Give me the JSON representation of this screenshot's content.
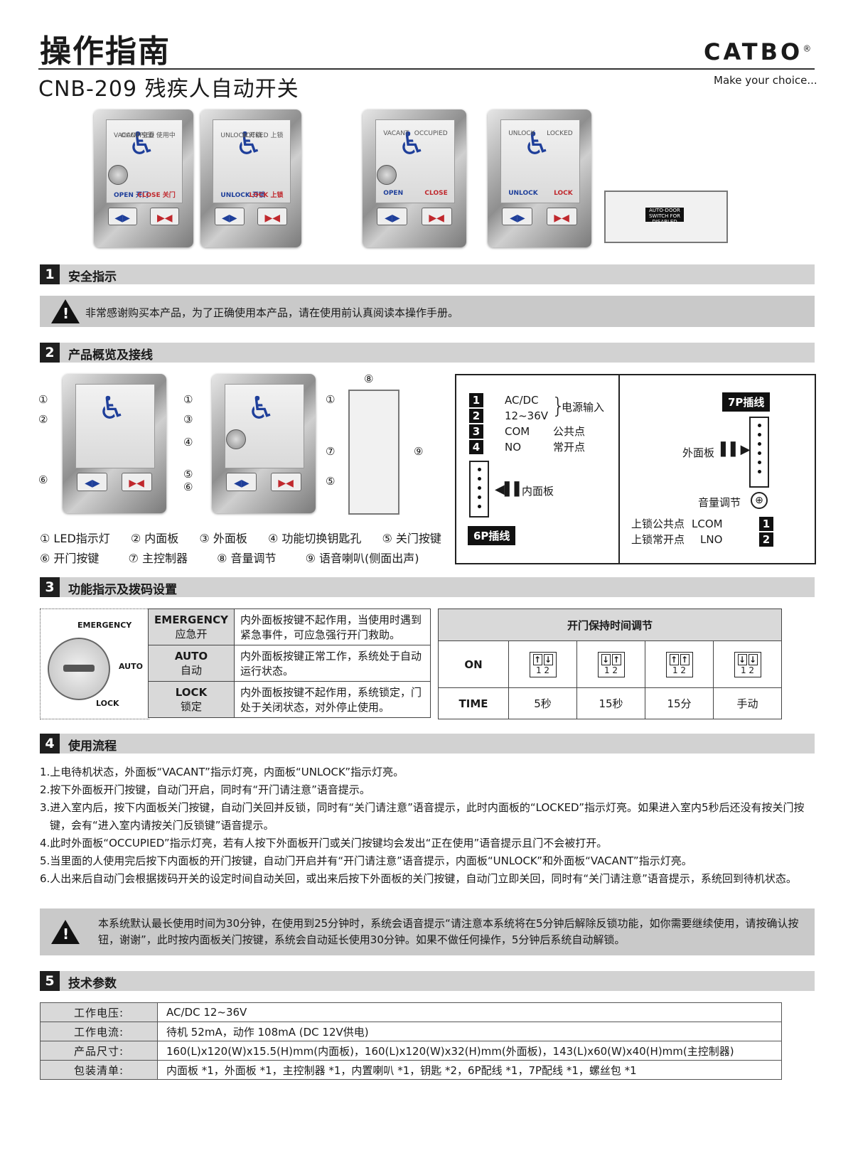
{
  "header": {
    "title": "操作指南",
    "subtitle": "CNB-209 残疾人自动开关",
    "brand": "CATBO",
    "brand_mark": "®",
    "tagline": "Make your choice..."
  },
  "photos": {
    "panels": [
      {
        "top_left": "VACANT",
        "top_left_cn": "空置",
        "top_right": "OCCUPIED",
        "top_right_cn": "使用中",
        "bottom_left": "OPEN",
        "bottom_left_cn": "开门",
        "bottom_right": "CLOSE",
        "bottom_right_cn": "关门",
        "has_key": true
      },
      {
        "top_left": "UNLOCK",
        "top_left_cn": "开锁",
        "top_right": "LOCKED",
        "top_right_cn": "上锁",
        "bottom_left": "UNLOCK",
        "bottom_left_cn": "开锁",
        "bottom_right": "LOCK",
        "bottom_right_cn": "上锁",
        "has_key": false
      },
      {
        "top_left": "VACANT",
        "top_left_cn": "",
        "top_right": "OCCUPIED",
        "top_right_cn": "",
        "bottom_left": "OPEN",
        "bottom_left_cn": "",
        "bottom_right": "CLOSE",
        "bottom_right_cn": "",
        "has_key": true
      },
      {
        "top_left": "UNLOCK",
        "top_left_cn": "",
        "top_right": "LOCKED",
        "top_right_cn": "",
        "bottom_left": "UNLOCK",
        "bottom_left_cn": "",
        "bottom_right": "LOCK",
        "bottom_right_cn": "",
        "has_key": false
      }
    ],
    "controller_label": "AUTO-DOOR SWITCH FOR DISABLED"
  },
  "section1": {
    "num": "1",
    "title": "安全指示",
    "warning": "非常感谢购买本产品，为了正确使用本产品，请在使用前认真阅读本操作手册。"
  },
  "section2": {
    "num": "2",
    "title": "产品概览及接线",
    "legend_row1": [
      "① LED指示灯",
      "② 内面板",
      "③ 外面板",
      "④ 功能切换钥匙孔",
      "⑤ 关门按键"
    ],
    "legend_row2": [
      "⑥ 开门按键",
      "⑦ 主控制器",
      "⑧ 音量调节",
      "⑨ 语音喇叭(侧面出声)"
    ],
    "wiring": {
      "p1": "1",
      "p2": "2",
      "p3": "3",
      "p4": "4",
      "acdc": "AC/DC",
      "voltage": "12~36V",
      "power_in": "电源输入",
      "com": "COM",
      "no": "NO",
      "com_cn": "公共点",
      "no_cn": "常开点",
      "inner_panel": "内面板",
      "plug6": "6P插线",
      "plug7": "7P插线",
      "outer_panel": "外面板",
      "volume": "音量调节",
      "lcom_cn": "上锁公共点",
      "lno_cn": "上锁常开点",
      "lcom": "LCOM",
      "lno": "LNO",
      "l1": "1",
      "l2": "2"
    }
  },
  "section3": {
    "num": "3",
    "title": "功能指示及拨码设置",
    "knob": {
      "emergency": "EMERGENCY",
      "auto": "AUTO",
      "lock": "LOCK"
    },
    "modes": [
      {
        "en": "EMERGENCY",
        "cn": "应急开",
        "desc": "内外面板按键不起作用，当使用时遇到紧急事件，可应急强行开门救助。"
      },
      {
        "en": "AUTO",
        "cn": "自动",
        "desc": "内外面板按键正常工作，系统处于自动运行状态。"
      },
      {
        "en": "LOCK",
        "cn": "锁定",
        "desc": "内外面板按键不起作用，系统锁定，门处于关闭状态，对外停止使用。"
      }
    ],
    "timer": {
      "title": "开门保持时间调节",
      "on": "ON",
      "time": "TIME",
      "dip_numbers": "1 2",
      "settings": [
        {
          "sw1": "↑",
          "sw2": "↓",
          "time": "5秒"
        },
        {
          "sw1": "↓",
          "sw2": "↑",
          "time": "15秒"
        },
        {
          "sw1": "↑",
          "sw2": "↑",
          "time": "15分"
        },
        {
          "sw1": "↓",
          "sw2": "↓",
          "time": "手动"
        }
      ]
    }
  },
  "section4": {
    "num": "4",
    "title": "使用流程",
    "steps": [
      "1.上电待机状态，外面板“VACANT”指示灯亮，内面板“UNLOCK”指示灯亮。",
      "2.按下外面板开门按键，自动门开启，同时有“开门请注意”语音提示。",
      "3.进入室内后，按下内面板关门按键，自动门关回并反锁，同时有“关门请注意”语音提示，此时内面板的“LOCKED”指示灯亮。如果进入室内5秒后还没有按关门按键，会有“进入室内请按关门反锁键”语音提示。",
      "4.此时外面板“OCCUPIED”指示灯亮，若有人按下外面板开门或关门按键均会发出“正在使用”语音提示且门不会被打开。",
      "5.当里面的人使用完后按下内面板的开门按键，自动门开启并有“开门请注意”语音提示，内面板“UNLOCK”和外面板“VACANT”指示灯亮。",
      "6.人出来后自动门会根据拨码开关的设定时间自动关回，或出来后按下外面板的关门按键，自动门立即关回，同时有“关门请注意”语音提示，系统回到待机状态。"
    ],
    "warning": "本系统默认最长使用时间为30分钟，在使用到25分钟时，系统会语音提示“请注意本系统将在5分钟后解除反锁功能，如你需要继续使用，请按确认按钮，谢谢”，此时按内面板关门按键，系统会自动延长使用30分钟。如果不做任何操作，5分钟后系统自动解锁。"
  },
  "section5": {
    "num": "5",
    "title": "技术参数",
    "rows": [
      {
        "k": "工作电压:",
        "v": "AC/DC 12~36V"
      },
      {
        "k": "工作电流:",
        "v": "待机 52mA，动作 108mA (DC 12V供电)"
      },
      {
        "k": "产品尺寸:",
        "v": "160(L)x120(W)x15.5(H)mm(内面板)，160(L)x120(W)x32(H)mm(外面板)，143(L)x60(W)x40(H)mm(主控制器)"
      },
      {
        "k": "包装清单:",
        "v": "内面板 *1，外面板 *1，主控制器 *1，内置喇叭 *1，钥匙 *2，6P配线 *1，7P配线 *1，螺丝包 *1"
      }
    ]
  },
  "icons": [
    "wheelchair-icon",
    "warning-icon",
    "open-door-arrows-icon",
    "close-door-arrows-icon",
    "volume-knob-icon"
  ],
  "colors": {
    "accent_blue": "#1f3f9a",
    "section_bar": "#d2d2d2",
    "warning_box": "#c9c9c9"
  }
}
